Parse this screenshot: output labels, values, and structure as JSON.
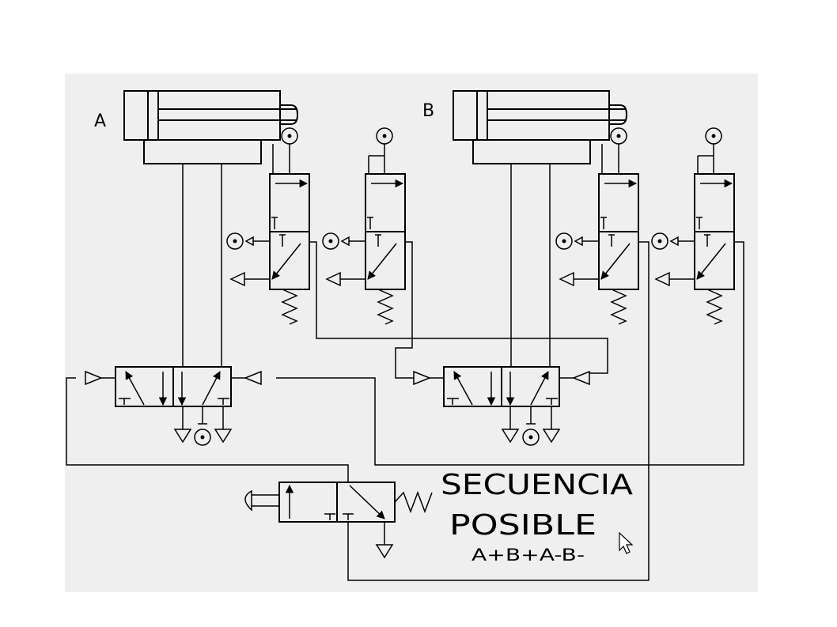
{
  "diagram": {
    "cylinder_a_label": "A",
    "cylinder_b_label": "B",
    "title_line1": "SECUENCIA",
    "title_line2": "POSIBLE",
    "sequence": "A+B+A-B-"
  },
  "colors": {
    "paper": "#efefef",
    "line": "#000000",
    "background": "#ffffff"
  },
  "icons": {
    "cursor": "mouse-pointer-icon"
  }
}
